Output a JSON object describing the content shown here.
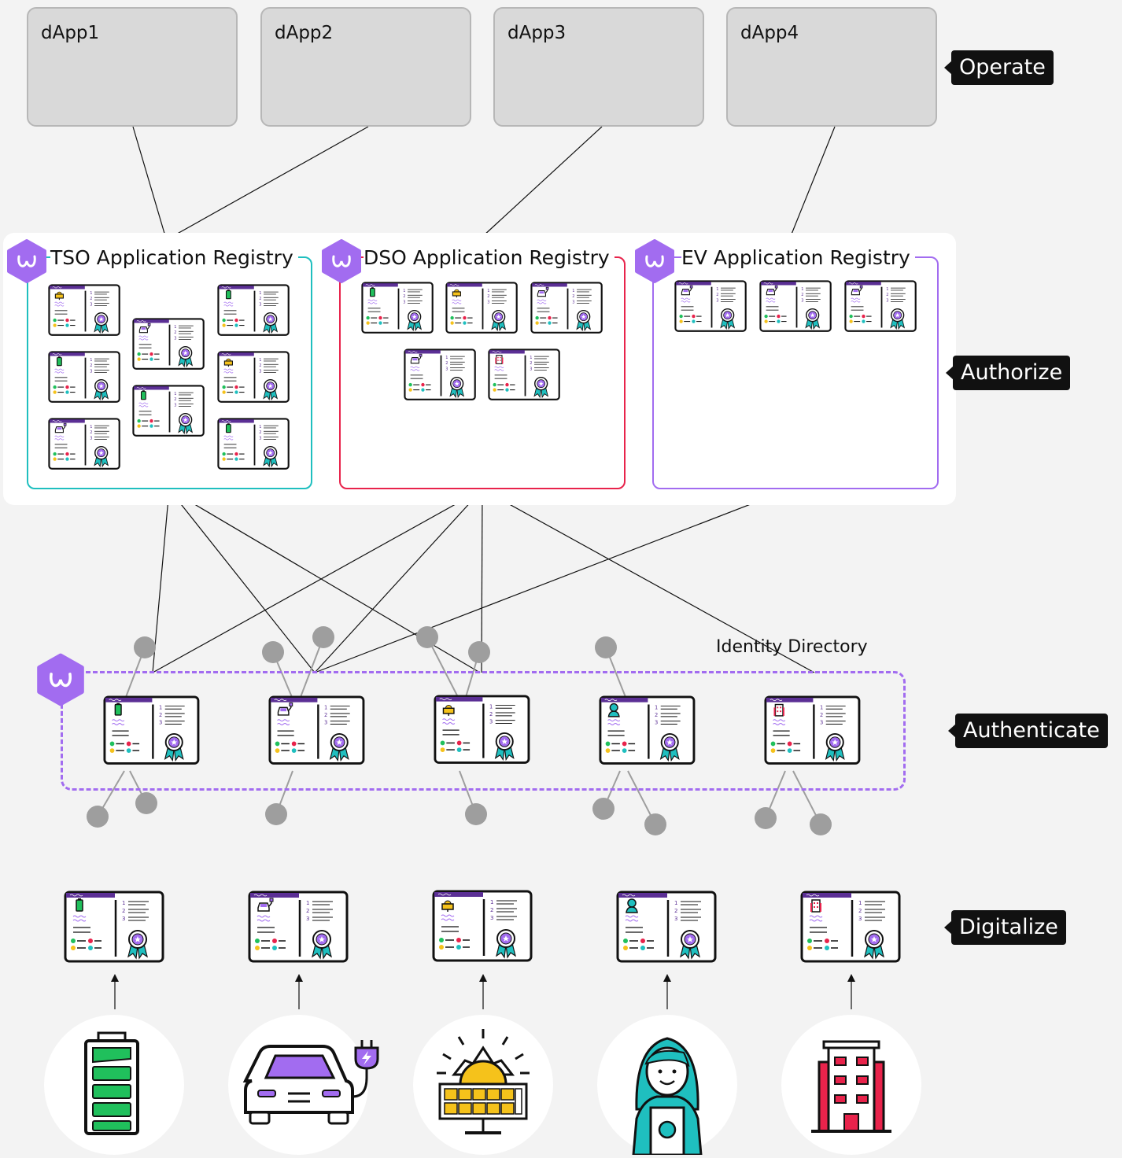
{
  "dapps": [
    "dApp1",
    "dApp2",
    "dApp3",
    "dApp4"
  ],
  "registries": {
    "tso": {
      "title": "TSO Application Registry",
      "color": "#1fbfbf"
    },
    "dso": {
      "title": "DSO Application Registry",
      "color": "#e8234b"
    },
    "ev": {
      "title": "EV Application Registry",
      "color": "#a26cf0"
    }
  },
  "identity_directory": "Identity Directory",
  "layers": {
    "operate": "Operate",
    "authorize": "Authorize",
    "authenticate": "Authenticate",
    "digitalize": "Digitalize"
  },
  "assets": [
    "battery-icon",
    "electric-car-icon",
    "solar-panel-icon",
    "person-icon",
    "building-icon"
  ],
  "card_list_numbers": [
    "1",
    "2",
    "3"
  ],
  "colors": {
    "accent": "#a26cf0",
    "dark": "#111111",
    "node": "#9e9e9e",
    "card_header": "#5b2f95"
  }
}
